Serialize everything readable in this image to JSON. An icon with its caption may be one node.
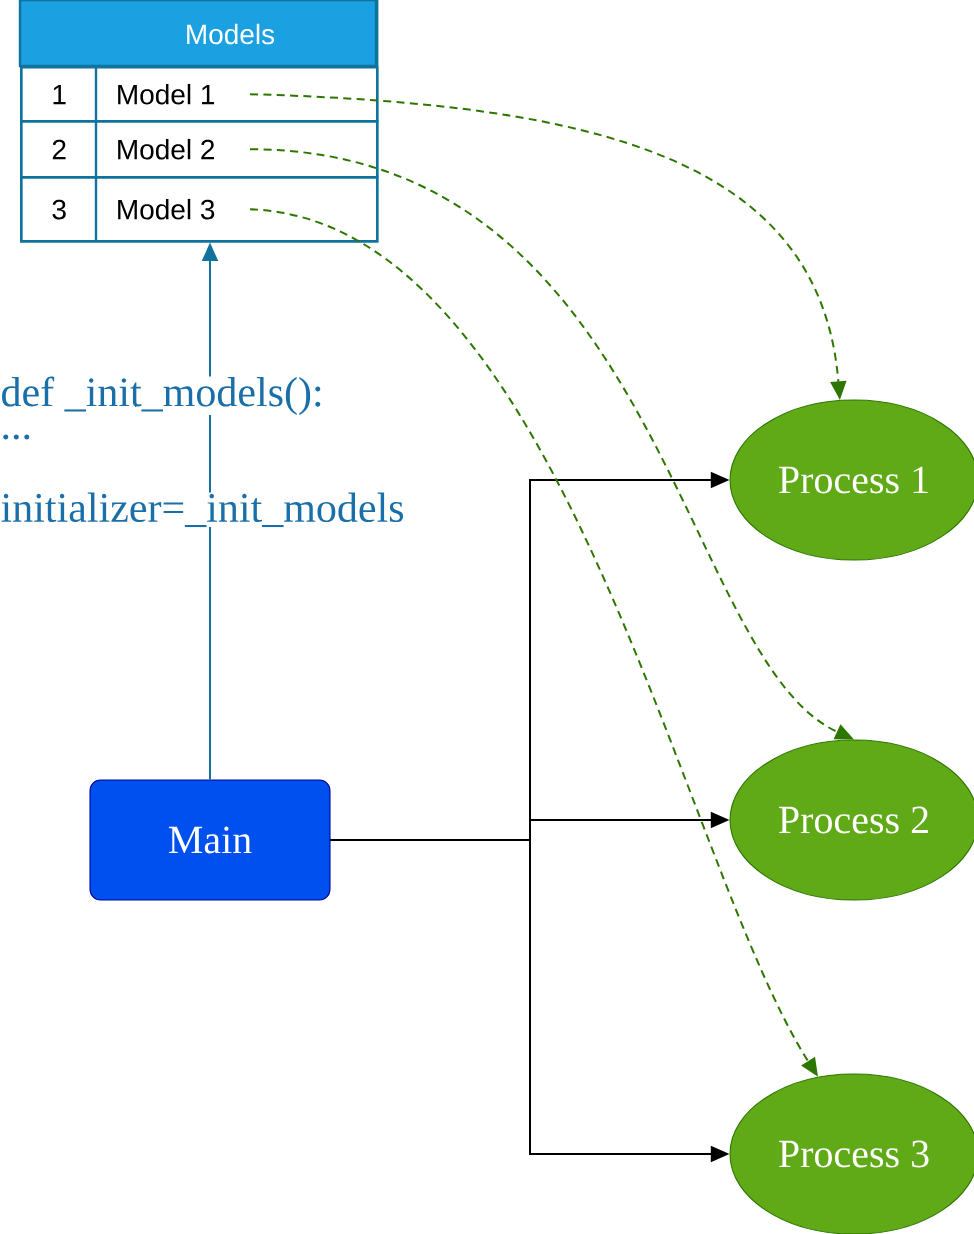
{
  "diagram": {
    "nodes": [
      {
        "text": [
          "Models"
        ]
      },
      {
        "text": [
          "1",
          "Model 1"
        ],
        "in": 0
      },
      {
        "text": [
          "2",
          "Model 2"
        ],
        "in": 0
      },
      {
        "text": [
          "3",
          "Model 3"
        ],
        "in": 0
      },
      {
        "text": [
          "Main"
        ]
      },
      {
        "text": [
          "Process 1"
        ]
      },
      {
        "text": [
          "Process 2"
        ]
      },
      {
        "text": [
          "Process 3"
        ]
      }
    ],
    "edges": [
      {
        "from": 4,
        "to": 0,
        "arrow": "to",
        "color": "#10739e"
      },
      {
        "from": 4,
        "to": 5,
        "arrow": "to"
      },
      {
        "from": 4,
        "to": 6,
        "arrow": "to"
      },
      {
        "from": 4,
        "to": 7,
        "arrow": "to"
      },
      {
        "from": 1,
        "to": 5,
        "arrow": "to",
        "style": "dashed",
        "color": "#2d7600"
      },
      {
        "from": 2,
        "to": 6,
        "arrow": "to",
        "style": "dashed",
        "color": "#2d7600"
      },
      {
        "from": 3,
        "to": 7,
        "arrow": "to",
        "style": "dashed",
        "color": "#2d7600"
      }
    ],
    "labels": [
      "def _init_models():",
      "...",
      "initializer=_init_models"
    ]
  }
}
